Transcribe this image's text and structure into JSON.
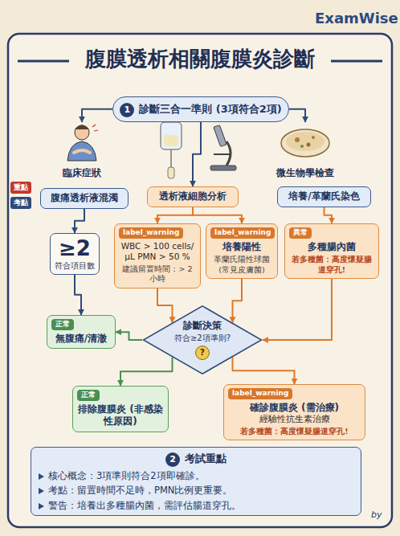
{
  "diagram": {
    "title": "腹膜透析相關腹膜炎診斷",
    "nodes": [
      {
        "text": [
          "1",
          "診斷三合一準則 (3項符合2項)"
        ]
      },
      {
        "text": [
          "臨床症狀"
        ]
      },
      {
        "text": [
          "腹痛透析液混濁"
        ]
      },
      {
        "text": [
          "透析液細胞分析"
        ]
      },
      {
        "text": [
          "微生物學檢查"
        ]
      },
      {
        "text": [
          "培養/革蘭氏染色"
        ]
      },
      {
        "text": [
          "≥2",
          "符合項目數"
        ]
      },
      {
        "text": [
          "label_warning",
          "WBC > 100 cells/µL PMN > 50 %",
          "建議留置時間：> 2 小時"
        ]
      },
      {
        "text": [
          "label_warning",
          "培養陽性",
          "革蘭氏陽性球菌 (常見皮膚菌)"
        ]
      },
      {
        "text": [
          "異常",
          "多種腸內菌",
          "若多種菌：高度懷疑腸道穿孔!"
        ]
      },
      {
        "text": [
          "正常",
          "無腹痛/清澈"
        ]
      },
      {
        "text": [
          "診斷決策",
          "符合≥2項準則?",
          "?"
        ]
      },
      {
        "text": [
          "正常",
          "排除腹膜炎 (非感染性原因)"
        ]
      },
      {
        "text": [
          "label_warning",
          "確診腹膜炎 (需治療)",
          "經驗性抗生素治療",
          "若多種菌：高度懷疑腸道穿孔!"
        ]
      },
      {
        "text": [
          "2",
          "考試重點",
          "核心概念：3項準則符合2項即確診。",
          "考點：留置時間不足時，PMN比例更重要。",
          "警告：培養出多種腸內菌，需評估腸道穿孔。"
        ]
      }
    ],
    "edges": [
      {
        "from": 0,
        "to": 1,
        "arrow": "to"
      },
      {
        "from": 0,
        "to": 3,
        "arrow": "to"
      },
      {
        "from": 0,
        "to": 4,
        "arrow": "to"
      },
      {
        "from": 2,
        "to": 6,
        "arrow": "to"
      },
      {
        "from": 3,
        "to": 7,
        "arrow": "to"
      },
      {
        "from": 3,
        "to": 8,
        "arrow": "to"
      },
      {
        "from": 5,
        "to": 9,
        "arrow": "to"
      },
      {
        "from": 6,
        "to": 10,
        "arrow": "to"
      },
      {
        "from": 7,
        "to": 11,
        "arrow": "to"
      },
      {
        "from": 8,
        "to": 11,
        "arrow": "to"
      },
      {
        "from": 9,
        "to": 11,
        "arrow": "to"
      },
      {
        "from": 11,
        "to": 10,
        "arrow": "to"
      },
      {
        "from": 11,
        "to": 12,
        "arrow": "to"
      },
      {
        "from": 11,
        "to": 13,
        "arrow": "to"
      }
    ],
    "labels": [
      "ExamWise",
      "重點",
      "考點",
      "by"
    ]
  }
}
